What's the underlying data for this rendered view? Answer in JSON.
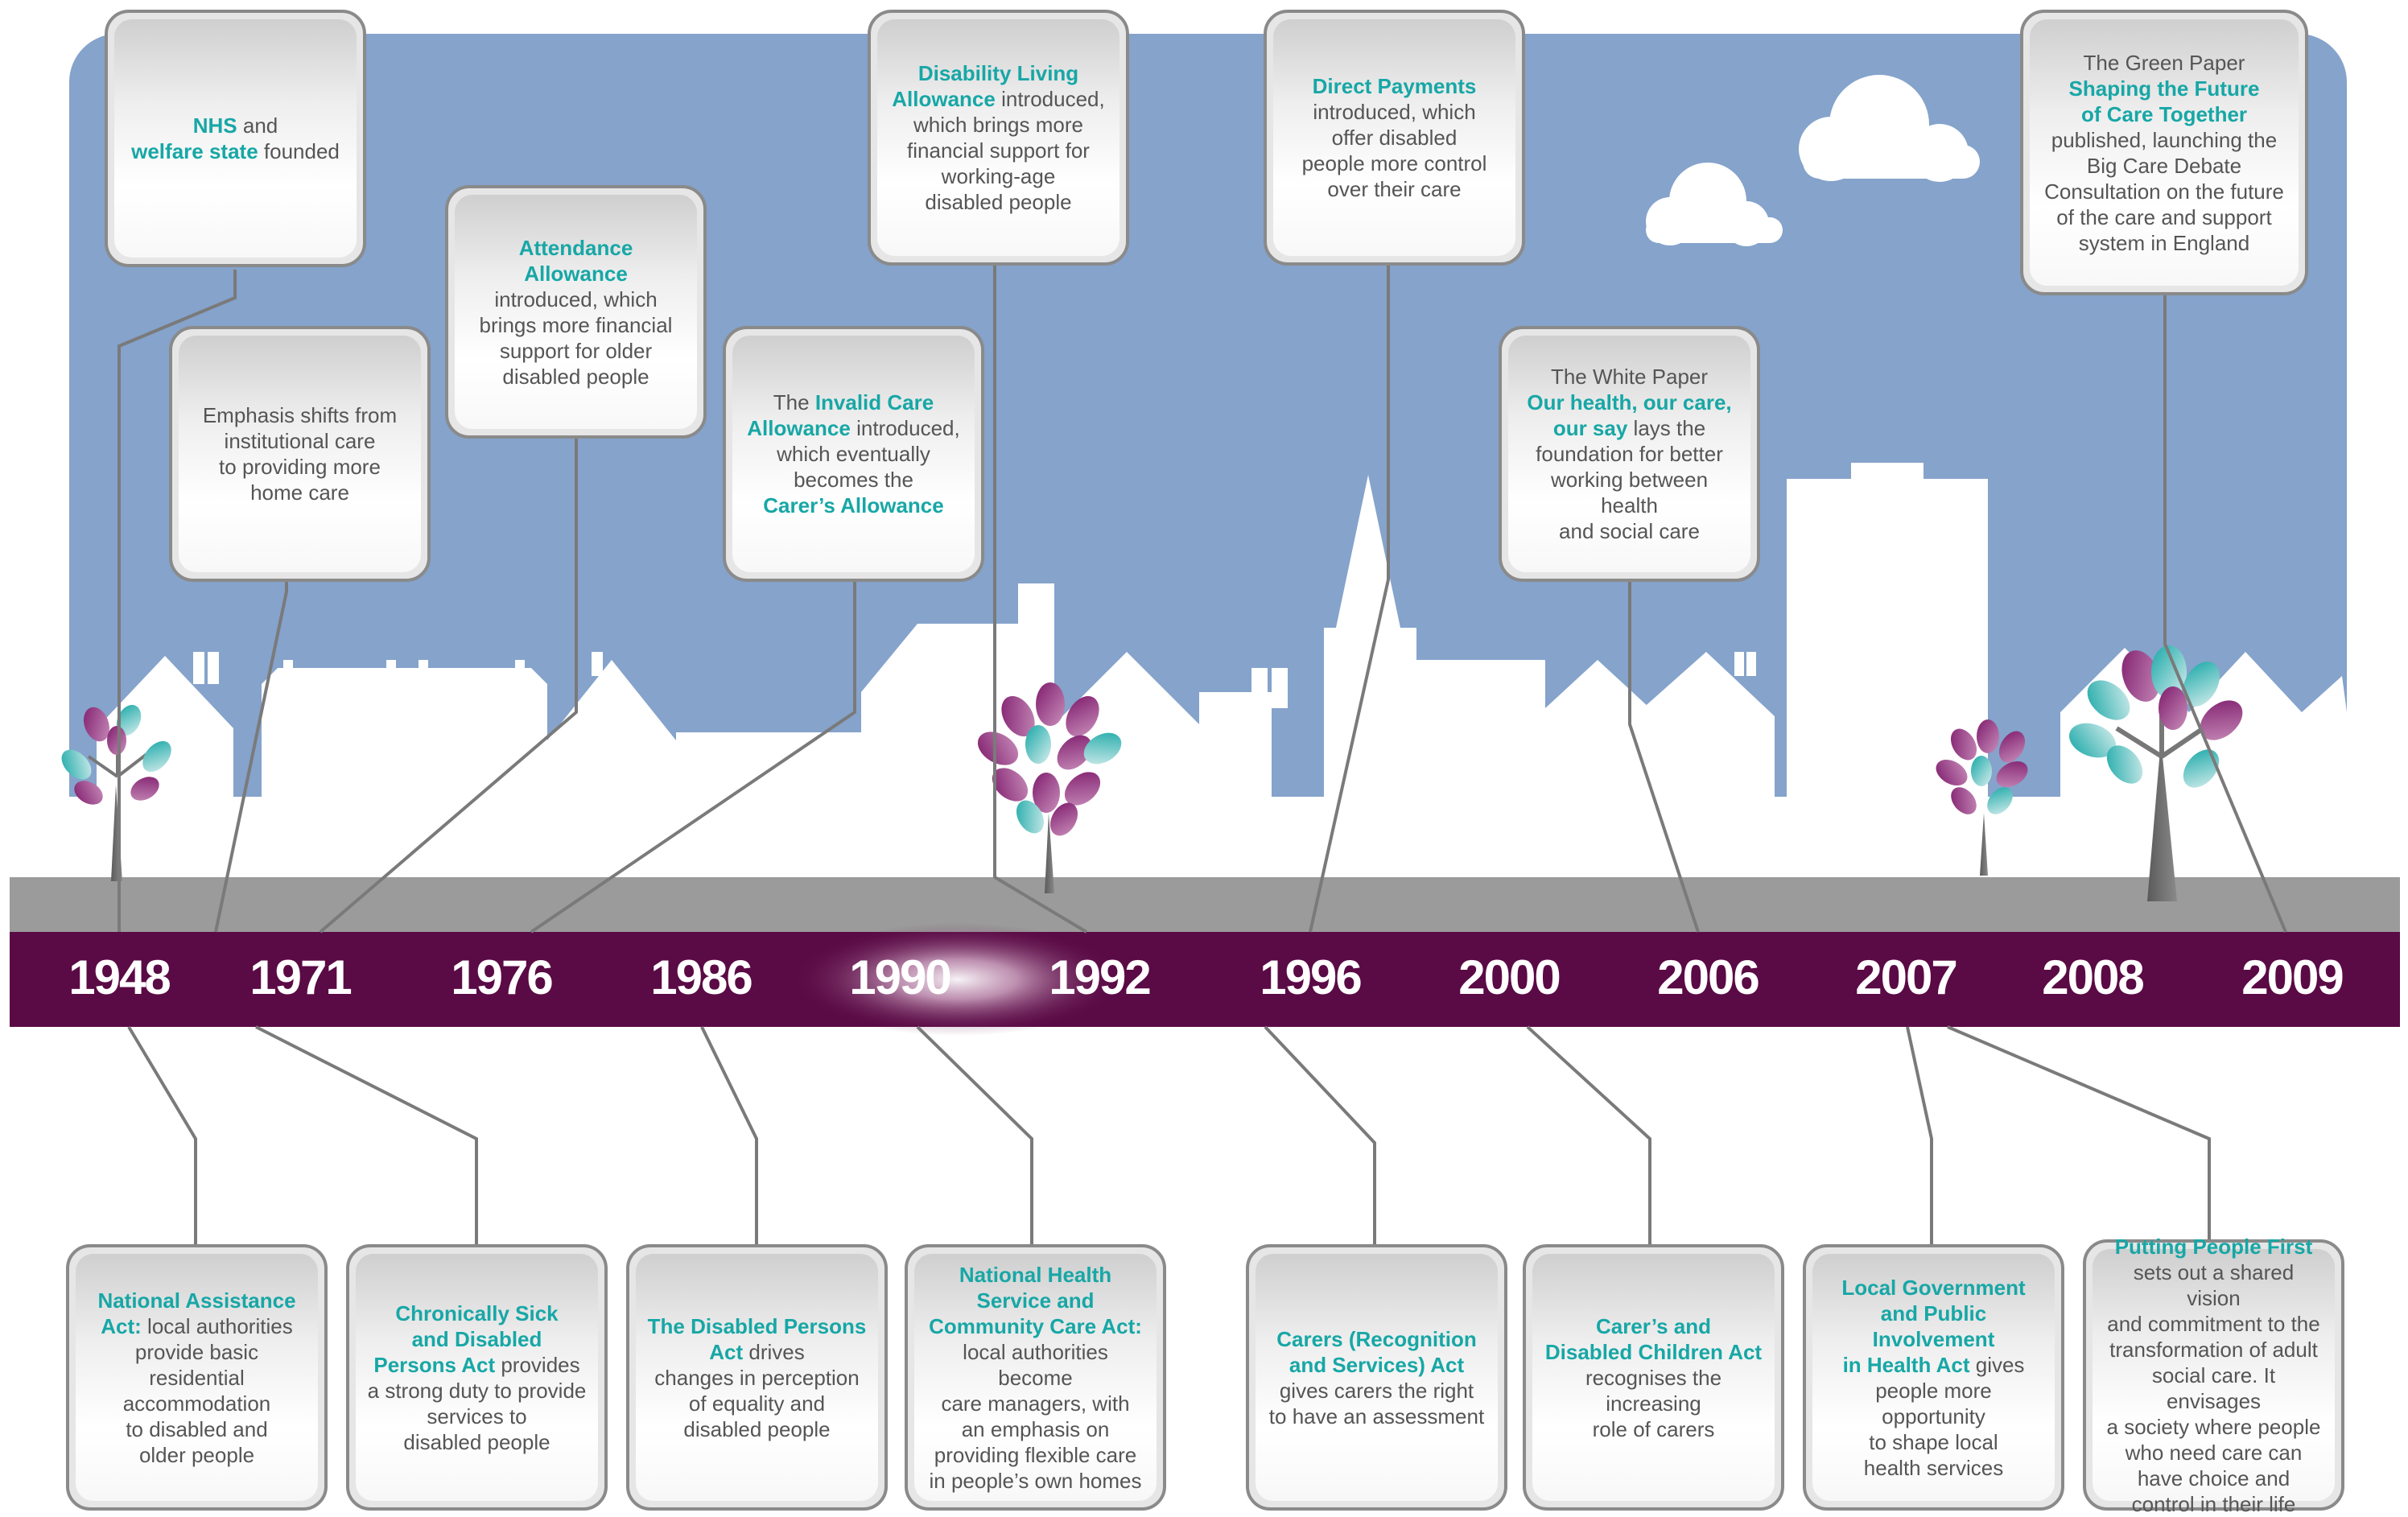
{
  "colors": {
    "sky": "#85a3cb",
    "road": "#9b9b9b",
    "band": "#5a0a45",
    "teal": "#17a7a6",
    "purple": "#7e1b6c",
    "text": "#555555",
    "box_border": "#8a8a8a"
  },
  "years": [
    "1948",
    "1971",
    "1976",
    "1986",
    "1990",
    "1992",
    "1996",
    "2000",
    "2006",
    "2007",
    "2008",
    "2009"
  ],
  "top_boxes": [
    {
      "id": "nhs",
      "parts": [
        [
          "NHS",
          true
        ],
        [
          " and",
          false
        ],
        [
          "\n",
          false
        ],
        [
          "welfare state",
          true
        ],
        [
          " founded",
          false
        ]
      ]
    },
    {
      "id": "home-care",
      "parts": [
        [
          "Emphasis shifts from\ninstitutional care\nto providing more\nhome care",
          false
        ]
      ]
    },
    {
      "id": "attendance",
      "parts": [
        [
          "Attendance Allowance",
          true
        ],
        [
          "\nintroduced, which\nbrings more financial\nsupport for older\ndisabled people",
          false
        ]
      ]
    },
    {
      "id": "invalid-care",
      "parts": [
        [
          "The ",
          false
        ],
        [
          "Invalid Care\nAllowance",
          true
        ],
        [
          " introduced,\nwhich eventually\nbecomes the\n",
          false
        ],
        [
          "Carer’s Allowance",
          true
        ]
      ]
    },
    {
      "id": "dla",
      "parts": [
        [
          "Disability Living\nAllowance",
          true
        ],
        [
          " introduced,\nwhich brings more\nfinancial support for\nworking-age\ndisabled people",
          false
        ]
      ]
    },
    {
      "id": "direct-payments",
      "parts": [
        [
          "Direct Payments",
          true
        ],
        [
          "\nintroduced, which\noffer disabled\npeople more control\nover their care",
          false
        ]
      ]
    },
    {
      "id": "white-paper",
      "parts": [
        [
          "The White Paper\n",
          false
        ],
        [
          "Our health, our care,\nour say",
          true
        ],
        [
          " lays the\nfoundation for better\nworking between health\nand social care",
          false
        ]
      ]
    },
    {
      "id": "green-paper",
      "parts": [
        [
          "The Green Paper\n",
          false
        ],
        [
          "Shaping the Future\nof Care Together",
          true
        ],
        [
          "\npublished, launching the\nBig Care Debate\nConsultation on the future\nof the care and support\nsystem in England",
          false
        ]
      ]
    }
  ],
  "bottom_boxes": [
    {
      "id": "national-assistance",
      "parts": [
        [
          "National Assistance\nAct:",
          true
        ],
        [
          " local authorities\nprovide basic residential\naccommodation\nto disabled and\nolder people",
          false
        ]
      ]
    },
    {
      "id": "chronically-sick",
      "parts": [
        [
          "Chronically Sick\nand Disabled\nPersons Act",
          true
        ],
        [
          " provides\na strong duty to provide\nservices to\ndisabled people",
          false
        ]
      ]
    },
    {
      "id": "disabled-persons",
      "parts": [
        [
          "The Disabled Persons\nAct",
          true
        ],
        [
          " drives\nchanges in perception\nof equality and\ndisabled people",
          false
        ]
      ]
    },
    {
      "id": "nhs-community-care",
      "parts": [
        [
          "National Health\nService and\nCommunity Care Act:",
          true
        ],
        [
          "\nlocal authorities become\ncare managers, with\nan emphasis on\nproviding flexible care\nin people’s own homes",
          false
        ]
      ]
    },
    {
      "id": "carers-act",
      "parts": [
        [
          "Carers (Recognition\nand Services) Act",
          true
        ],
        [
          "\ngives carers the right\nto have an  assessment",
          false
        ]
      ]
    },
    {
      "id": "carers-children-act",
      "parts": [
        [
          "Carer’s and\nDisabled Children Act",
          true
        ],
        [
          "\nrecognises the increasing\nrole of carers",
          false
        ]
      ]
    },
    {
      "id": "local-government",
      "parts": [
        [
          "Local Government\nand Public Involvement\nin Health Act",
          true
        ],
        [
          " gives\npeople more opportunity\nto shape local\nhealth services",
          false
        ]
      ]
    },
    {
      "id": "putting-people-first",
      "parts": [
        [
          "Putting People First",
          true
        ],
        [
          "\nsets out a shared vision\nand commitment to the\ntransformation of adult\nsocial care. It envisages\na society where people\nwho need care can\nhave choice and\ncontrol in their life",
          false
        ]
      ]
    }
  ]
}
